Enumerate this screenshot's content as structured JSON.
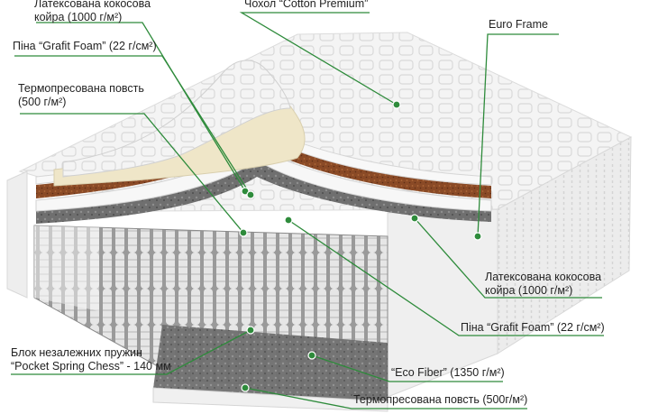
{
  "labels": {
    "latex_top": {
      "line1": "Латексована кокосова",
      "line2": "койра (1000 г/м²)"
    },
    "grafit_top": {
      "line1": "Піна “Grafit Foam” (22 г/см²)"
    },
    "felt_top": {
      "line1": "Термопресована повсть",
      "line2": "(500 г/м²)"
    },
    "cover": {
      "line1": "Чохол “Cotton Premium”"
    },
    "euro_frame": {
      "line1": "Euro Frame"
    },
    "latex_right": {
      "line1": "Латексована кокосова",
      "line2": "койра (1000 г/м²)"
    },
    "grafit_right": {
      "line1": "Піна “Grafit Foam” (22 г/см²)"
    },
    "spring": {
      "line1": "Блок незалежних пружин",
      "line2": "“Pocket Spring Chess” - 140 мм"
    },
    "eco_fiber": {
      "line1": "“Eco Fiber” (1350 г/м²)"
    },
    "felt_bottom": {
      "line1": "Термопресована повсть (500г/м²)"
    }
  },
  "colors": {
    "leader": "#2e8b3b",
    "text": "#222222",
    "cover": "#f2f2f2",
    "coconut": "#8a4a26",
    "felt": "#6b6b6b",
    "latex": "#efe6c8"
  }
}
